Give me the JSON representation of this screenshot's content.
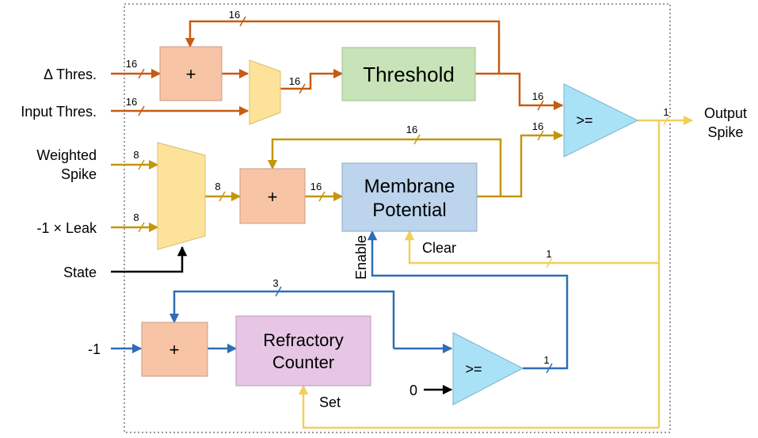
{
  "colors": {
    "orange_wire": "#c75b12",
    "gold_wire": "#c4960c",
    "blue_wire": "#2f6db5",
    "yellow_wire": "#f2cf5b",
    "adder_fill": "#f7c4a6",
    "mux_fill": "#fde39a",
    "threshold_fill": "#c8e3b8",
    "membrane_fill": "#bcd4ec",
    "refractory_fill": "#e6c6e4",
    "comparator_fill": "#a9e1f6"
  },
  "inputs": {
    "delta_thres": "Δ Thres.",
    "input_thres": "Input Thres.",
    "weighted_spike_line1": "Weighted",
    "weighted_spike_line2": "Spike",
    "leak": "-1 × Leak",
    "state": "State",
    "minus_one": "-1",
    "zero": "0"
  },
  "outputs": {
    "output_spike_line1": "Output",
    "output_spike_line2": "Spike"
  },
  "blocks": {
    "threshold": "Threshold",
    "membrane_line1": "Membrane",
    "membrane_line2": "Potential",
    "refractory_line1": "Refractory",
    "refractory_line2": "Counter",
    "adder_symbol": "+",
    "comparator_symbol": ">="
  },
  "control_labels": {
    "enable": "Enable",
    "clear": "Clear",
    "set": "Set"
  },
  "bus_widths": {
    "threshold_feedback": "16",
    "delta_thres_in": "16",
    "input_thres_in": "16",
    "mux_to_threshold": "16",
    "threshold_to_cmp": "16",
    "membrane_to_cmp": "16",
    "membrane_feedback": "16",
    "weighted_spike_in": "8",
    "leak_in": "8",
    "mux_to_adder": "8",
    "adder_to_membrane": "16",
    "spike_out": "1",
    "clear_line": "1",
    "refractory_feedback": "3",
    "refractory_cmp_out": "1"
  }
}
